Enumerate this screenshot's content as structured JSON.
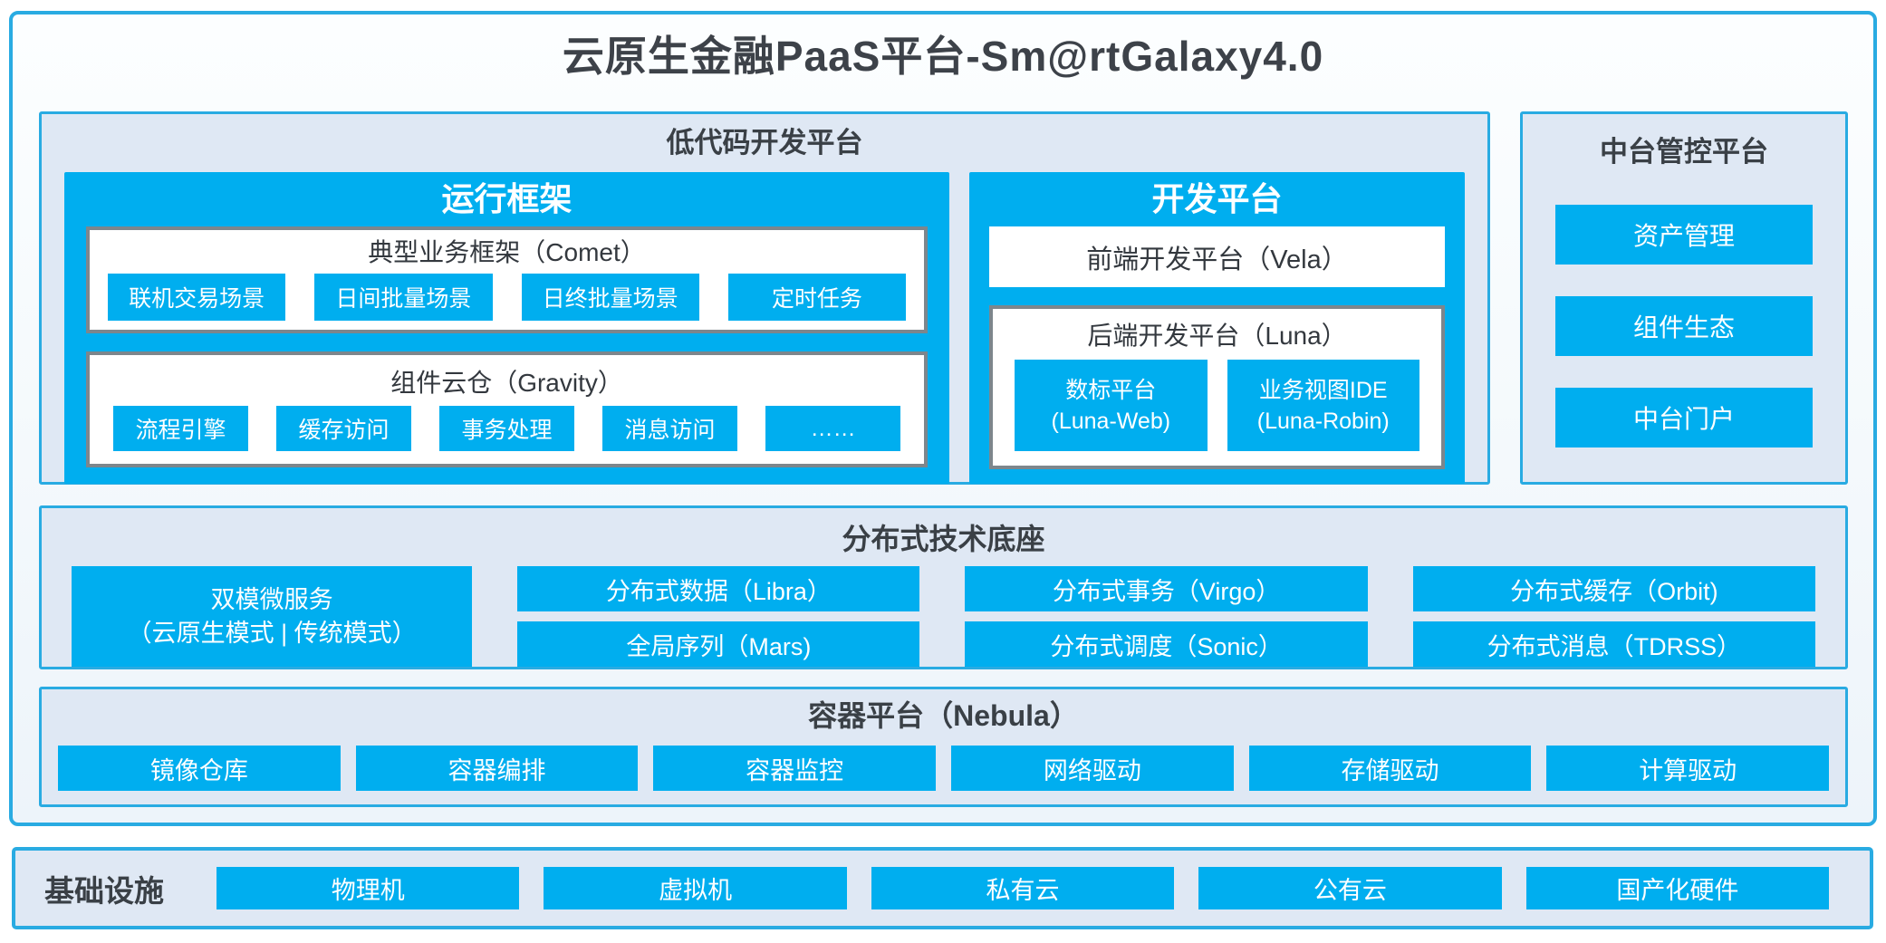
{
  "title": "云原生金融PaaS平台-Sm@rtGalaxy4.0",
  "colors": {
    "accent_blue": "#00AEEF",
    "border_blue": "#29ABE2",
    "panel_bg": "#DFE8F4",
    "gray_border": "#7D868C",
    "dark_text": "#3A4046"
  },
  "low_code": {
    "title": "低代码开发平台",
    "runtime": {
      "title": "运行框架",
      "comet": {
        "title": "典型业务框架（Comet）",
        "items": [
          "联机交易场景",
          "日间批量场景",
          "日终批量场景",
          "定时任务"
        ]
      },
      "gravity": {
        "title": "组件云仓（Gravity）",
        "items": [
          "流程引擎",
          "缓存访问",
          "事务处理",
          "消息访问",
          "……"
        ]
      }
    },
    "dev": {
      "title": "开发平台",
      "vela": "前端开发平台（Vela）",
      "luna": {
        "title": "后端开发平台（Luna）",
        "items": [
          {
            "line1": "数标平台",
            "line2": "(Luna-Web)"
          },
          {
            "line1": "业务视图IDE",
            "line2": "(Luna-Robin)"
          }
        ]
      }
    }
  },
  "mid_platform": {
    "title": "中台管控平台",
    "items": [
      "资产管理",
      "组件生态",
      "中台门户"
    ]
  },
  "distributed": {
    "title": "分布式技术底座",
    "dual_mode": {
      "line1": "双模微服务",
      "line2": "（云原生模式 | 传统模式）"
    },
    "grid": [
      [
        "分布式数据（Libra）",
        "全局序列（Mars)"
      ],
      [
        "分布式事务（Virgo）",
        "分布式调度（Sonic）"
      ],
      [
        "分布式缓存（Orbit)",
        "分布式消息（TDRSS）"
      ]
    ]
  },
  "container_platform": {
    "title": "容器平台（Nebula）",
    "items": [
      "镜像仓库",
      "容器编排",
      "容器监控",
      "网络驱动",
      "存储驱动",
      "计算驱动"
    ]
  },
  "infrastructure": {
    "title": "基础设施",
    "items": [
      "物理机",
      "虚拟机",
      "私有云",
      "公有云",
      "国产化硬件"
    ]
  }
}
